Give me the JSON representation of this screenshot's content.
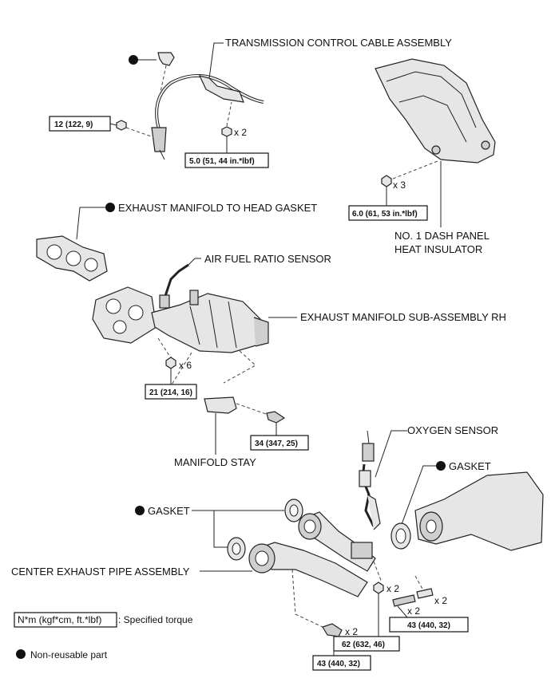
{
  "labels": {
    "transmission_cable": "TRANSMISSION CONTROL CABLE ASSEMBLY",
    "dash_panel_line1": "NO. 1 DASH PANEL",
    "dash_panel_line2": "HEAT INSULATOR",
    "head_gasket": "EXHAUST MANIFOLD TO HEAD GASKET",
    "af_sensor": "AIR FUEL RATIO SENSOR",
    "manifold_rh": "EXHAUST MANIFOLD SUB-ASSEMBLY RH",
    "manifold_stay": "MANIFOLD STAY",
    "oxygen_sensor": "OXYGEN SENSOR",
    "gasket_right": "GASKET",
    "gasket_left": "GASKET",
    "center_pipe": "CENTER EXHAUST PIPE ASSEMBLY"
  },
  "torques": {
    "t1": "12 (122, 9)",
    "t2": "5.0 (51, 44 in.*lbf)",
    "t3": "6.0 (61, 53 in.*lbf)",
    "t4": "21 (214, 16)",
    "t5": "34 (347, 25)",
    "t6": "43 (440, 32)",
    "t7": "62 (632, 46)",
    "t8": "43 (440, 32)"
  },
  "counts": {
    "c_cable": "x 2",
    "c_insulator": "x 3",
    "c_manifold": "x 6",
    "c_nut_pipe": "x 2",
    "c_bolt_pipe": "x 2",
    "c_stud": "x 2",
    "c_bottom": "x 2"
  },
  "legend": {
    "torque_box": "N*m (kgf*cm, ft.*lbf)",
    "torque_desc": ": Specified torque",
    "nonreusable": "Non-reusable part"
  }
}
